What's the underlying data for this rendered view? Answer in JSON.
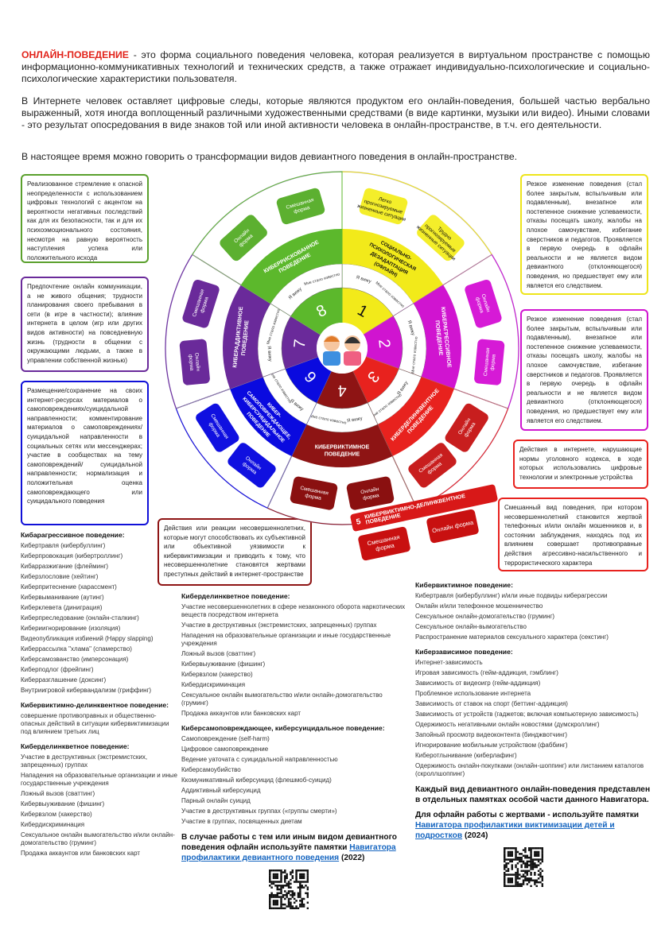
{
  "intro": {
    "term": "ОНЛАЙН-ПОВЕДЕНИЕ",
    "definition": " - это форма социального поведения человека, которая реализуется в виртуальном пространстве с помощью информационно-коммуникативных технологий и технических средств, а также отражает индивидуально-психологические и социально-психологические характеристики пользователя.",
    "paragraph2": "В Интернете человек оставляет цифровые следы, которые являются продуктом его онлайн-поведения, большей частью вербально выраженный, хотя иногда воплощенный различными художественными средствами (в виде картинки, музыки или видео). Иными словами - это результат опосредования в виде знаков той или иной активности человека в онлайн-пространстве, в т.ч. его деятельности.",
    "paragraph3": "В настоящее время можно говорить о трансформации видов девиантного поведения в онлайн-пространстве."
  },
  "wheel": {
    "inner_labels": [
      "Я вижу",
      "Мне стало известно"
    ],
    "sectors": [
      {
        "number": "1",
        "title": [
          "СОЦИАЛЬНО-",
          "ПСИХОЛОГИЧЕСКАЯ",
          "ДЕЗАДАПТАЦИЯ",
          "(ОФЛАЙН)"
        ],
        "color": "#f2ea1a",
        "text_color": "#111",
        "forms": [
          "Легко прогнозируемые жизненные ситуации",
          "Трудно прогнозируемые жизненные ситуации"
        ],
        "form_color": "#f4ee2a"
      },
      {
        "number": "2",
        "title": [
          "КИБЕРАГРЕССИВНОЕ",
          "ПОВЕДЕНИЕ"
        ],
        "color": "#d014d0",
        "text_color": "#fff",
        "forms": [
          "Онлайн форма",
          "Смешанная форма"
        ],
        "form_color": "#d61ad6"
      },
      {
        "number": "3",
        "title": [
          "КИБЕРДЕЛИНКВЕНТНОЕ",
          "ПОВЕДЕНИЕ"
        ],
        "color": "#e8221e",
        "text_color": "#fff",
        "forms": [
          "Онлайн форма",
          "Смешанная форма"
        ],
        "form_color": "#c81e1e"
      },
      {
        "number": "4",
        "title": [
          "КИБЕРВИКТИМНОЕ",
          "ПОВЕДЕНИЕ"
        ],
        "color": "#8e1414",
        "text_color": "#fff",
        "forms": [
          "Онлайн форма",
          "Смешанная форма"
        ],
        "form_color": "#8a1010"
      },
      {
        "number": "6",
        "title": [
          "КИБЕР-",
          "САМОПОВРЕЖДАЮЩЕЕ,",
          "КИБЕРСУИЦИДАЛЬНОЕ",
          "ПОВЕДЕНИЕ"
        ],
        "color": "#0a0adf",
        "text_color": "#fff",
        "forms": [
          "Онлайн форма",
          "Смешанная форма"
        ],
        "form_color": "#1010e0"
      },
      {
        "number": "7",
        "title": [
          "КИБЕРАДДИКТИВНОЕ",
          "ПОВЕДЕНИЕ"
        ],
        "color": "#6a2a9a",
        "text_color": "#fff",
        "forms": [
          "Онлайн форма",
          "Смешанная форма"
        ],
        "form_color": "#6a2a9a"
      },
      {
        "number": "8",
        "title": [
          "КИБЕРРИСКОВАННОЕ",
          "ПОВЕДЕНИЕ"
        ],
        "color": "#5cb82c",
        "text_color": "#fff",
        "forms": [
          "Онлайн форма",
          "Смешанная форма"
        ],
        "form_color": "#5cb030"
      }
    ]
  },
  "sector5": {
    "number": "5",
    "title": "КИБЕРВИКТИМНО-ДЕЛИНКВЕНТНОЕ ПОВЕДЕНИЕ",
    "forms": [
      "Смешанная форма",
      "Онлайн форма"
    ]
  },
  "side_boxes": {
    "green": "Реализованное стремление к опасной неопределенности с использованием цифровых технологий с акцентом на вероятности негативных последствий как для их безопасности, так и для их психоэмоционального состояния, несмотря на равную вероятность наступления успеха или положительного исхода",
    "purple": "Предпочтение онлайн коммуникации, а не живого общения; трудности планирования своего пребывания в сети (в игре в частности); влияние интернета в целом (игр или других видов активности) на повседневную жизнь (трудности в общении с окружающими людьми, а также в управлении собственной жизнью)",
    "blue": "Размещение/сохранение на своих интернет-ресурсах материалов о самоповреждениях/суицидальной направленности; комментирование материалов о самоповреждениях/ суицидальной направленности в социальных сетях или мессенджерах; участие в сообществах на тему самоповреждений/ суицидальной направленности; нормализация и положительная оценка самоповреждающего или суицидального поведения",
    "yellow": "Резкое изменение поведения (стал более закрытым, вспыльчивым или подавленным), внезапное или постепенное снижение успеваемости, отказы посещать школу, жалобы на плохое самочувствие, избегание сверстников и педагогов. Проявляется в первую очередь в офлайн реальности и не является видом девиантного (отклоняющегося) поведения, но предшествует ему или является его следствием.",
    "magenta": "Резкое изменение поведения (стал более закрытым, вспыльчивым или подавленным), внезапное или постепенное снижение успеваемости, отказы посещать школу, жалобы на плохое самочувствие, избегание сверстников и педагогов. Проявляется в первую очередь в офлайн реальности и не является видом девиантного (отклоняющегося) поведения, но предшествует ему или является его следствием.",
    "red1": "Действия в интернете, нарушающие нормы уголовного кодекса, в ходе которых использовались цифровые технологии и электронные устройства",
    "red2": "Смешанный вид поведения, при котором несовершеннолетний становится жертвой телефонных и/или онлайн мошенников и, в состоянии заблуждения, находясь под их влиянием совершает противоправные действия агрессивно-насильственного и террористического характера",
    "darkred": "Действия или реакции несовершеннолетних, которые могут способствовать их субъективной или объективной уязвимости к кибервиктимизации и приводить к тому, что несовершеннолетние становятся жертвами преступных действий в интернет-пространстве"
  },
  "lists": {
    "left": [
      {
        "title": "Кибарагрессивное поведение:",
        "items": [
          "Кибертравля (кибербуллинг)",
          "Киберпровокация (кибертроллинг)",
          "Кибарразжигание (флейминг)",
          "Киберзлословие (хейтинг)",
          "Киберпритеснение (харассмент)",
          "Кибервыманивание (аутинг)",
          "Киберклевета (диниграция)",
          "Киберпреследование (онлайн-сталкинг)",
          "Кибериигнорирование (изоляция)",
          "Видеопубликация избиений (Happy slapping)",
          "Киберрассылка \"хлама\" (спамерство)",
          "Киберсамозванство (имперсонация)",
          "Киберподлог (фрейпинг)",
          "Киберразглашение (доксинг)",
          "Внутриигровой кибервандализм (гриффинг)"
        ]
      },
      {
        "title": "Кибервиктимно-делинквентное поведение:",
        "items": [
          "совершение противоправных и общественно-опасных действий в ситуации кибервиктимизации под влиянием третьих лиц"
        ]
      },
      {
        "title": "Киберделинкветное поведение:",
        "items": [
          "Участие в деструктивных (экстремистских, запрещенных) группах",
          "Нападения на образовательные организации и иные государственные учреждения",
          "Ложный вызов (сваттинг)",
          "Кибервыуживание (фишинг)",
          "Кибервзлом (хакерство)",
          "Кибердискриминация",
          "Сексуальное онлайн вымогательство и/или онлайн-домогательство (груминг)",
          "Продажа аккаунтов или банковских карт"
        ]
      }
    ],
    "middle": [
      {
        "title": "Киберделинкветное поведение:",
        "items": [
          "Участие несовершеннолетних в сфере незаконного оборота наркотических веществ посредством интернета",
          "Участие в деструктивных (экстремистских, запрещенных) группах",
          "Нападения на образовательные организации и иные государственные учреждения",
          "Ложный вызов (сваттинг)",
          "Кибервыуживание (фишинг)",
          "Кибервзлом (хакерство)",
          "Кибердискриминация",
          "Сексуальное онлайн вымогательство и/или онлайн-домогательство (груминг)",
          "Продажа аккаунтов или банковских карт"
        ]
      },
      {
        "title": "Киберсамоповреждающее, киберсуицидальное поведение:",
        "items": [
          "Самоповреждение (self-harm)",
          "Цифровое самоповреждение",
          "Ведение уаточата с суицидальной направленностью",
          "Киберсамоубийство",
          "Ккомуникативный киберсуицид (флешмоб-суицид)",
          "Аддиктивный киберсуицид",
          "Парный онлайн суицид",
          "Участие в деструктивных группах («группы смерти»)",
          "Участие в группах, посвященных диетам"
        ]
      }
    ],
    "right": [
      {
        "title": "Кибервиктимное поведение:",
        "items": [
          "Кибертравля (кибербуллинг) и/или иные подвиды киберагрессии",
          "Онлайн и/или телефонное мошенничество",
          "Сексуальное онлайн-домогательство (груминг)",
          "Сексуальное онлайн-вымогательство",
          "Распространение материалов сексуального характера (секстинг)"
        ]
      },
      {
        "title": "Киберзависимое поведение:",
        "items": [
          "Интернет-зависимость",
          "Игровая зависимость (гейм-аддикция, гэмблинг)",
          "Зависимость от видеоигр (гейм-аддикция)",
          "Проблемное использование интернета",
          "Зависимость от ставок на спорт (беттинг-аддикция)",
          "Зависимость от устройств (гаджетов; включая компьютерную зависимость)",
          "Одержимость негативными онлайн новостями (думскроллинг)",
          "Запойный просмотр видеоконтента (бинджвотчинг)",
          "Игнорирование мобильным устройством (фаббинг)",
          "Киберотлынивание (киберлафинг)",
          "Одержимость онлайн-покупками (онлайн-шоппинг) или листанием каталогов (скроллшоппинг)"
        ]
      }
    ]
  },
  "notes": {
    "middle_text": "В случае работы с тем или иным видом девиантного поведения офлайн используйте памятки ",
    "middle_link": "Навигатора профилактики девиантного поведения",
    "middle_year": " (2022)",
    "right_bold": "Каждый вид девиантного онлайн-поведения представлен в отдельных памятках особой части данного Навигатора.",
    "right_text": "Для офлайн работы с жертвами - используйте памятки ",
    "right_link": "Навигатора профилактики виктимизации детей и подростков",
    "right_year": " (2024)"
  }
}
